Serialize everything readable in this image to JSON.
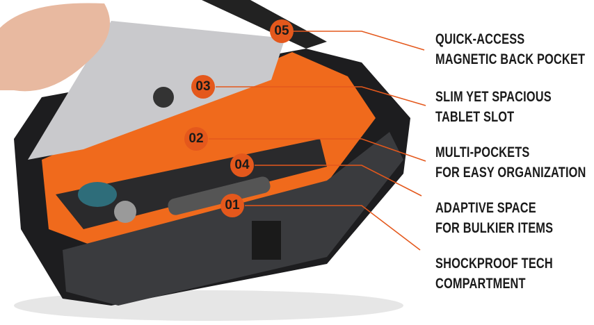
{
  "accent_color": "#e4581c",
  "callouts": [
    {
      "number": "05",
      "line1": "QUICK-ACCESS",
      "line2": "MAGNETIC BACK POCKET"
    },
    {
      "number": "03",
      "line1": "SLIM YET SPACIOUS",
      "line2": "TABLET SLOT"
    },
    {
      "number": "02",
      "line1": "MULTI-POCKETS",
      "line2": "FOR EASY ORGANIZATION"
    },
    {
      "number": "04",
      "line1": "ADAPTIVE SPACE",
      "line2": "FOR BULKIER ITEMS"
    },
    {
      "number": "01",
      "line1": "SHOCKPROOF TECH",
      "line2": "COMPARTMENT"
    }
  ]
}
